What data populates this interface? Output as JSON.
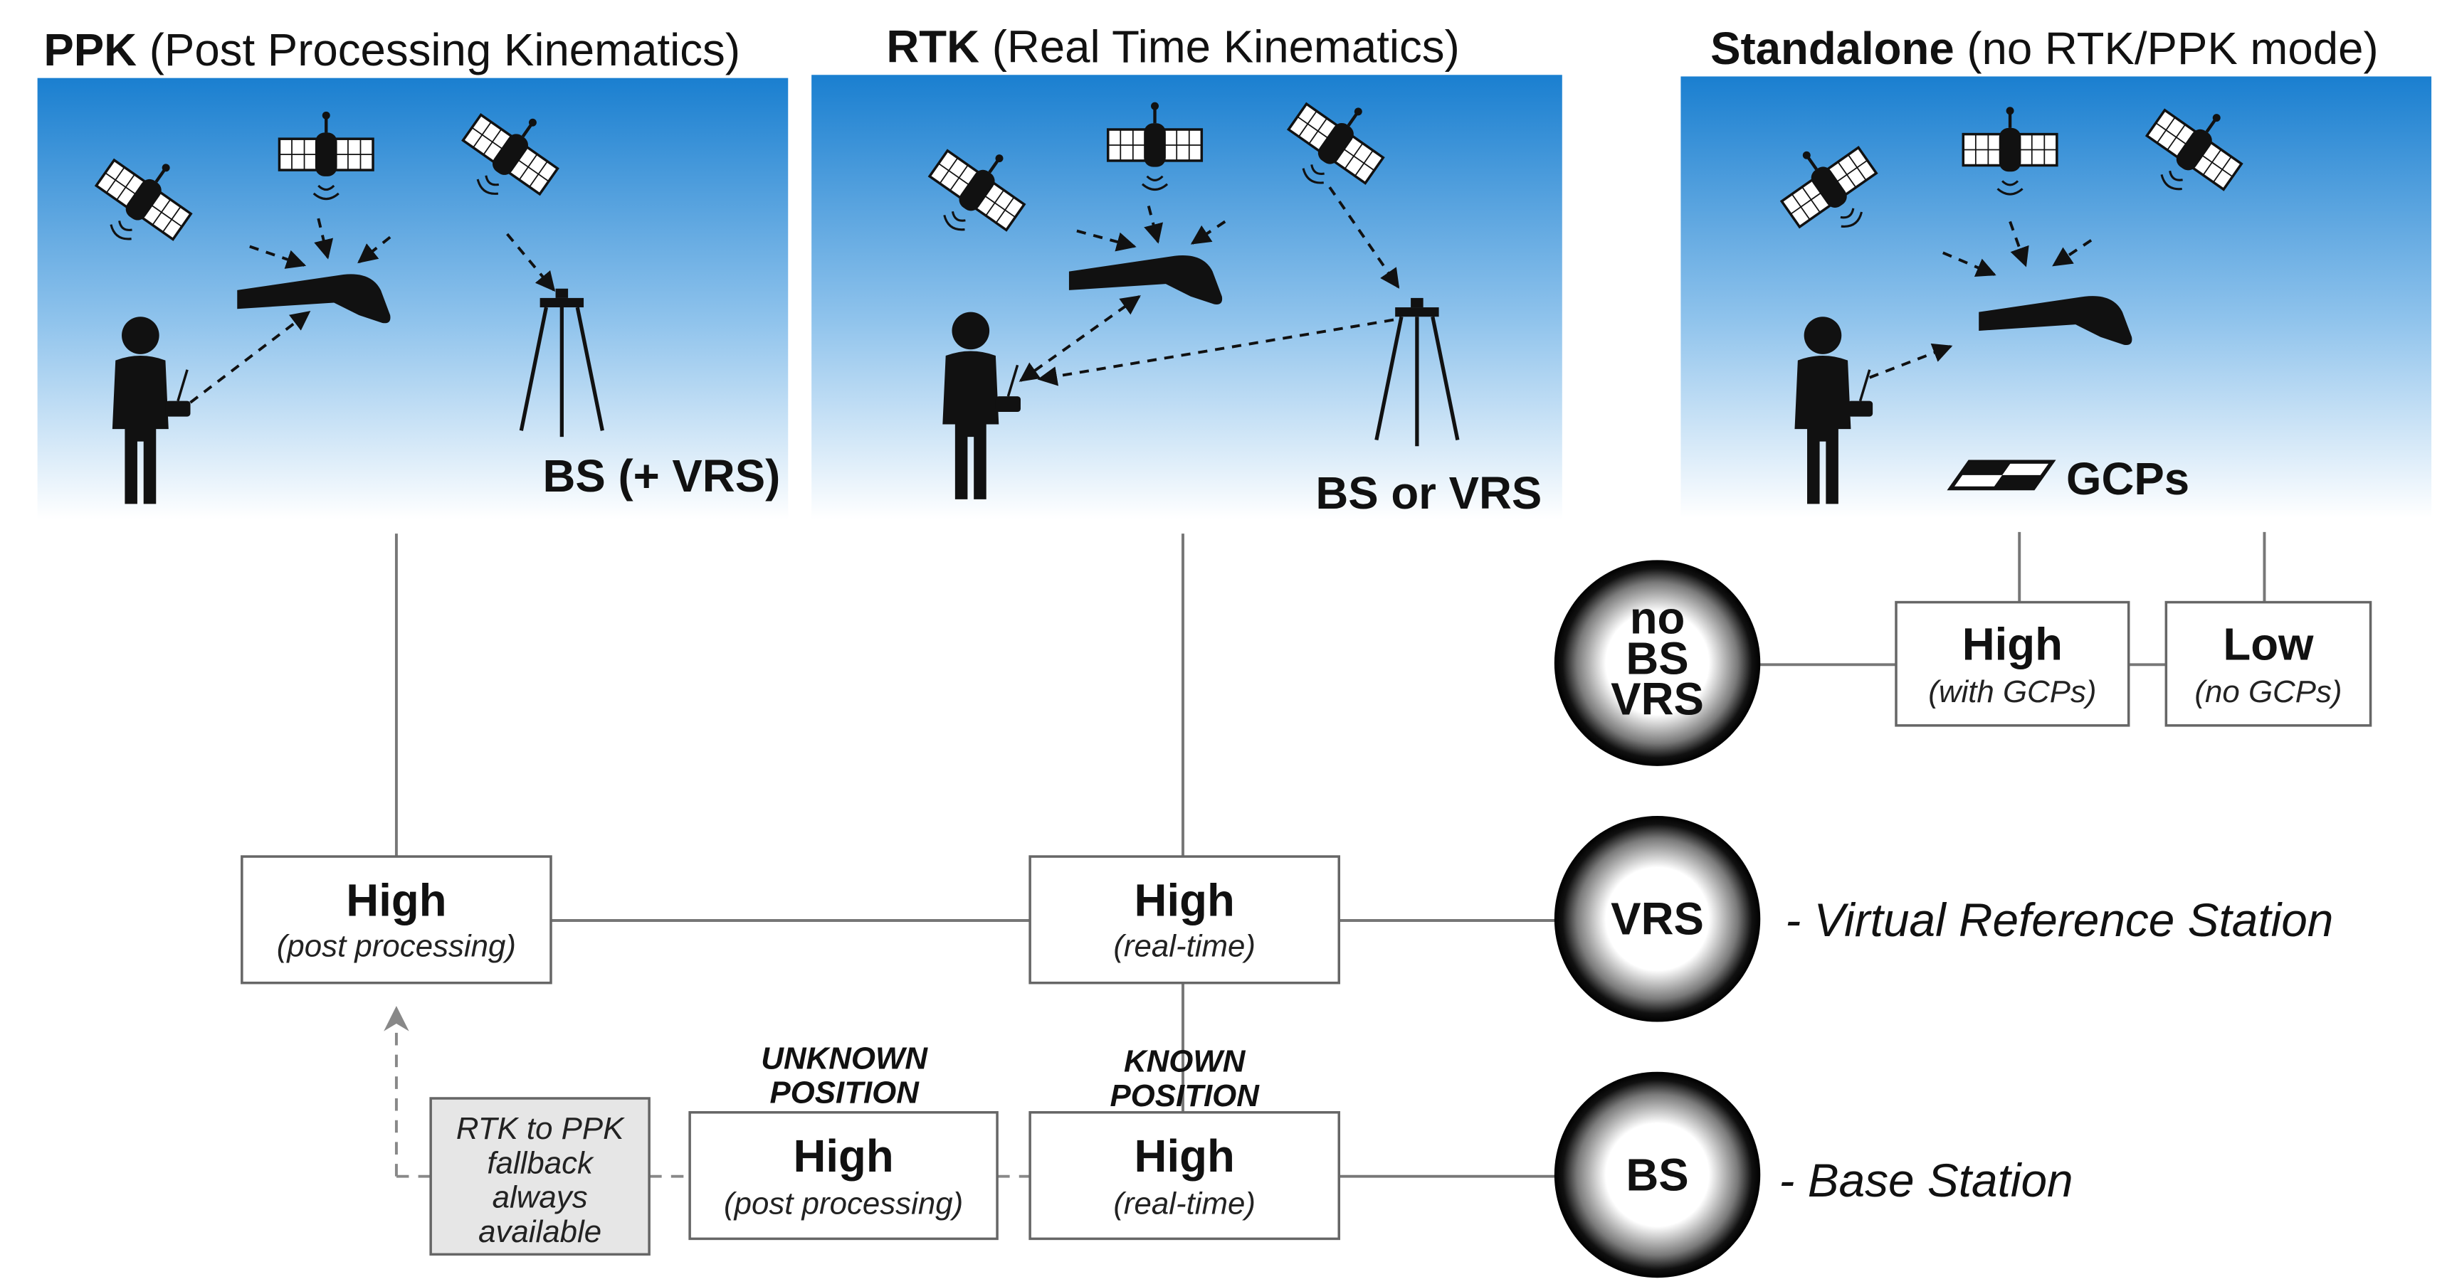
{
  "panels": {
    "ppk": {
      "title_bold": "PPK",
      "title_rest": " (Post Processing Kinematics)",
      "label": "BS (+ VRS)"
    },
    "rtk": {
      "title_bold": "RTK",
      "title_rest": " (Real Time Kinematics)",
      "label": "BS or VRS"
    },
    "standalone": {
      "title_bold": "Standalone",
      "title_rest": " (no RTK/PPK mode)",
      "label": "GCPs"
    }
  },
  "boxes": {
    "standalone_high": {
      "main": "High",
      "sub": "(with GCPs)"
    },
    "standalone_low": {
      "main": "Low",
      "sub": "(no GCPs)"
    },
    "ppk_high": {
      "main": "High",
      "sub": "(post processing)"
    },
    "rtk_vrs_high": {
      "main": "High",
      "sub": "(real-time)"
    },
    "bs_unknown_high": {
      "main": "High",
      "sub": "(post processing)"
    },
    "bs_known_high": {
      "main": "High",
      "sub": "(real-time)"
    },
    "fallback": {
      "lines": [
        "RTK to PPK",
        "fallback",
        "always",
        "available"
      ]
    }
  },
  "position_labels": {
    "unknown": [
      "UNKNOWN",
      "POSITION"
    ],
    "known": [
      "KNOWN",
      "POSITION"
    ]
  },
  "circles": {
    "nobs": [
      "no",
      "BS",
      "VRS"
    ],
    "vrs": "VRS",
    "bs": "BS"
  },
  "legend": {
    "vrs": "- Virtual Reference Station",
    "bs": "- Base Station"
  },
  "colors": {
    "sky_top": "#1a7fd0",
    "sky_bottom": "#ffffff",
    "ink": "#111111",
    "box_border": "#666666",
    "fallback_fill": "#e6e6e6"
  }
}
